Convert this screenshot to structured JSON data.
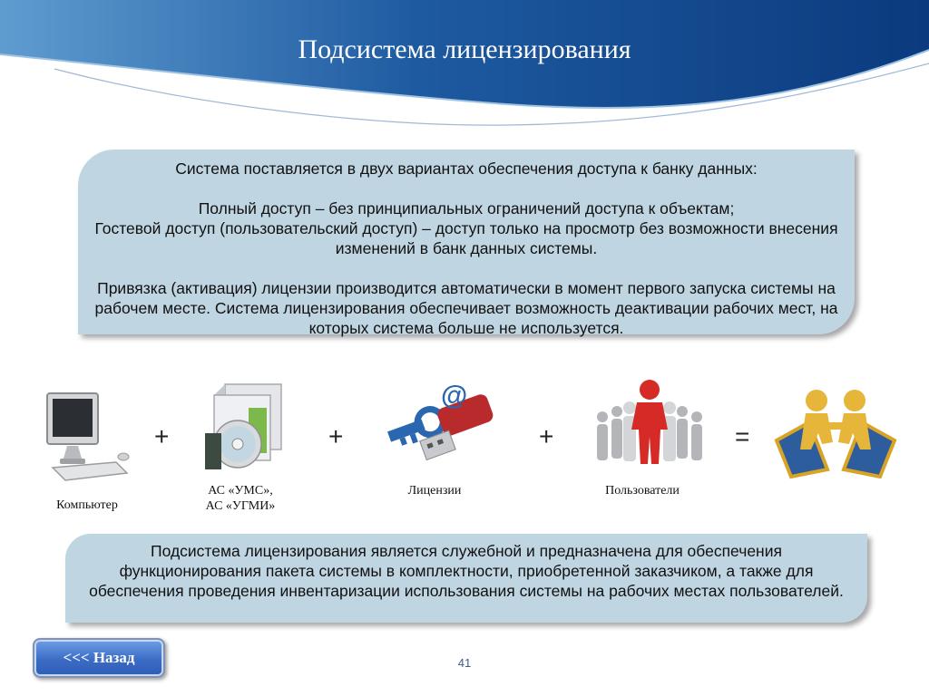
{
  "slide": {
    "title": "Подсистема лицензирования",
    "page_number": "41"
  },
  "top_box": {
    "line1": "Система поставляется в двух вариантах обеспечения доступа к банку данных:",
    "line2": "Полный доступ – без принципиальных ограничений доступа к объектам;",
    "line3": "Гостевой доступ (пользовательский доступ) – доступ только на просмотр без возможности внесения изменений в банк данных системы.",
    "line4": "Привязка (активация) лицензии производится автоматически в момент первого запуска системы на рабочем месте. Система лицензирования обеспечивает возможность деактивации рабочих мест, на которых система больше не используется."
  },
  "equation": {
    "items": [
      {
        "caption": "Компьютер",
        "icon": "computer-icon"
      },
      {
        "caption1": "АС «УМС»,",
        "caption2": "АС «УГМИ»",
        "icon": "software-box-icon"
      },
      {
        "caption": "Лицензии",
        "icon": "usb-key-icon"
      },
      {
        "caption": "Пользователи",
        "icon": "users-icon"
      },
      {
        "icon": "handshake-icon"
      }
    ],
    "plus1": "+",
    "plus2": "+",
    "plus3": "+",
    "equals": "="
  },
  "bottom_box": {
    "text": "Подсистема лицензирования является служебной и предназначена для обеспечения функционирования пакета системы в комплектности, приобретенной заказчиком, а также для обеспечения проведения инвентаризации использования системы на рабочих местах пользователей."
  },
  "nav": {
    "back_label": "<<< Назад"
  }
}
